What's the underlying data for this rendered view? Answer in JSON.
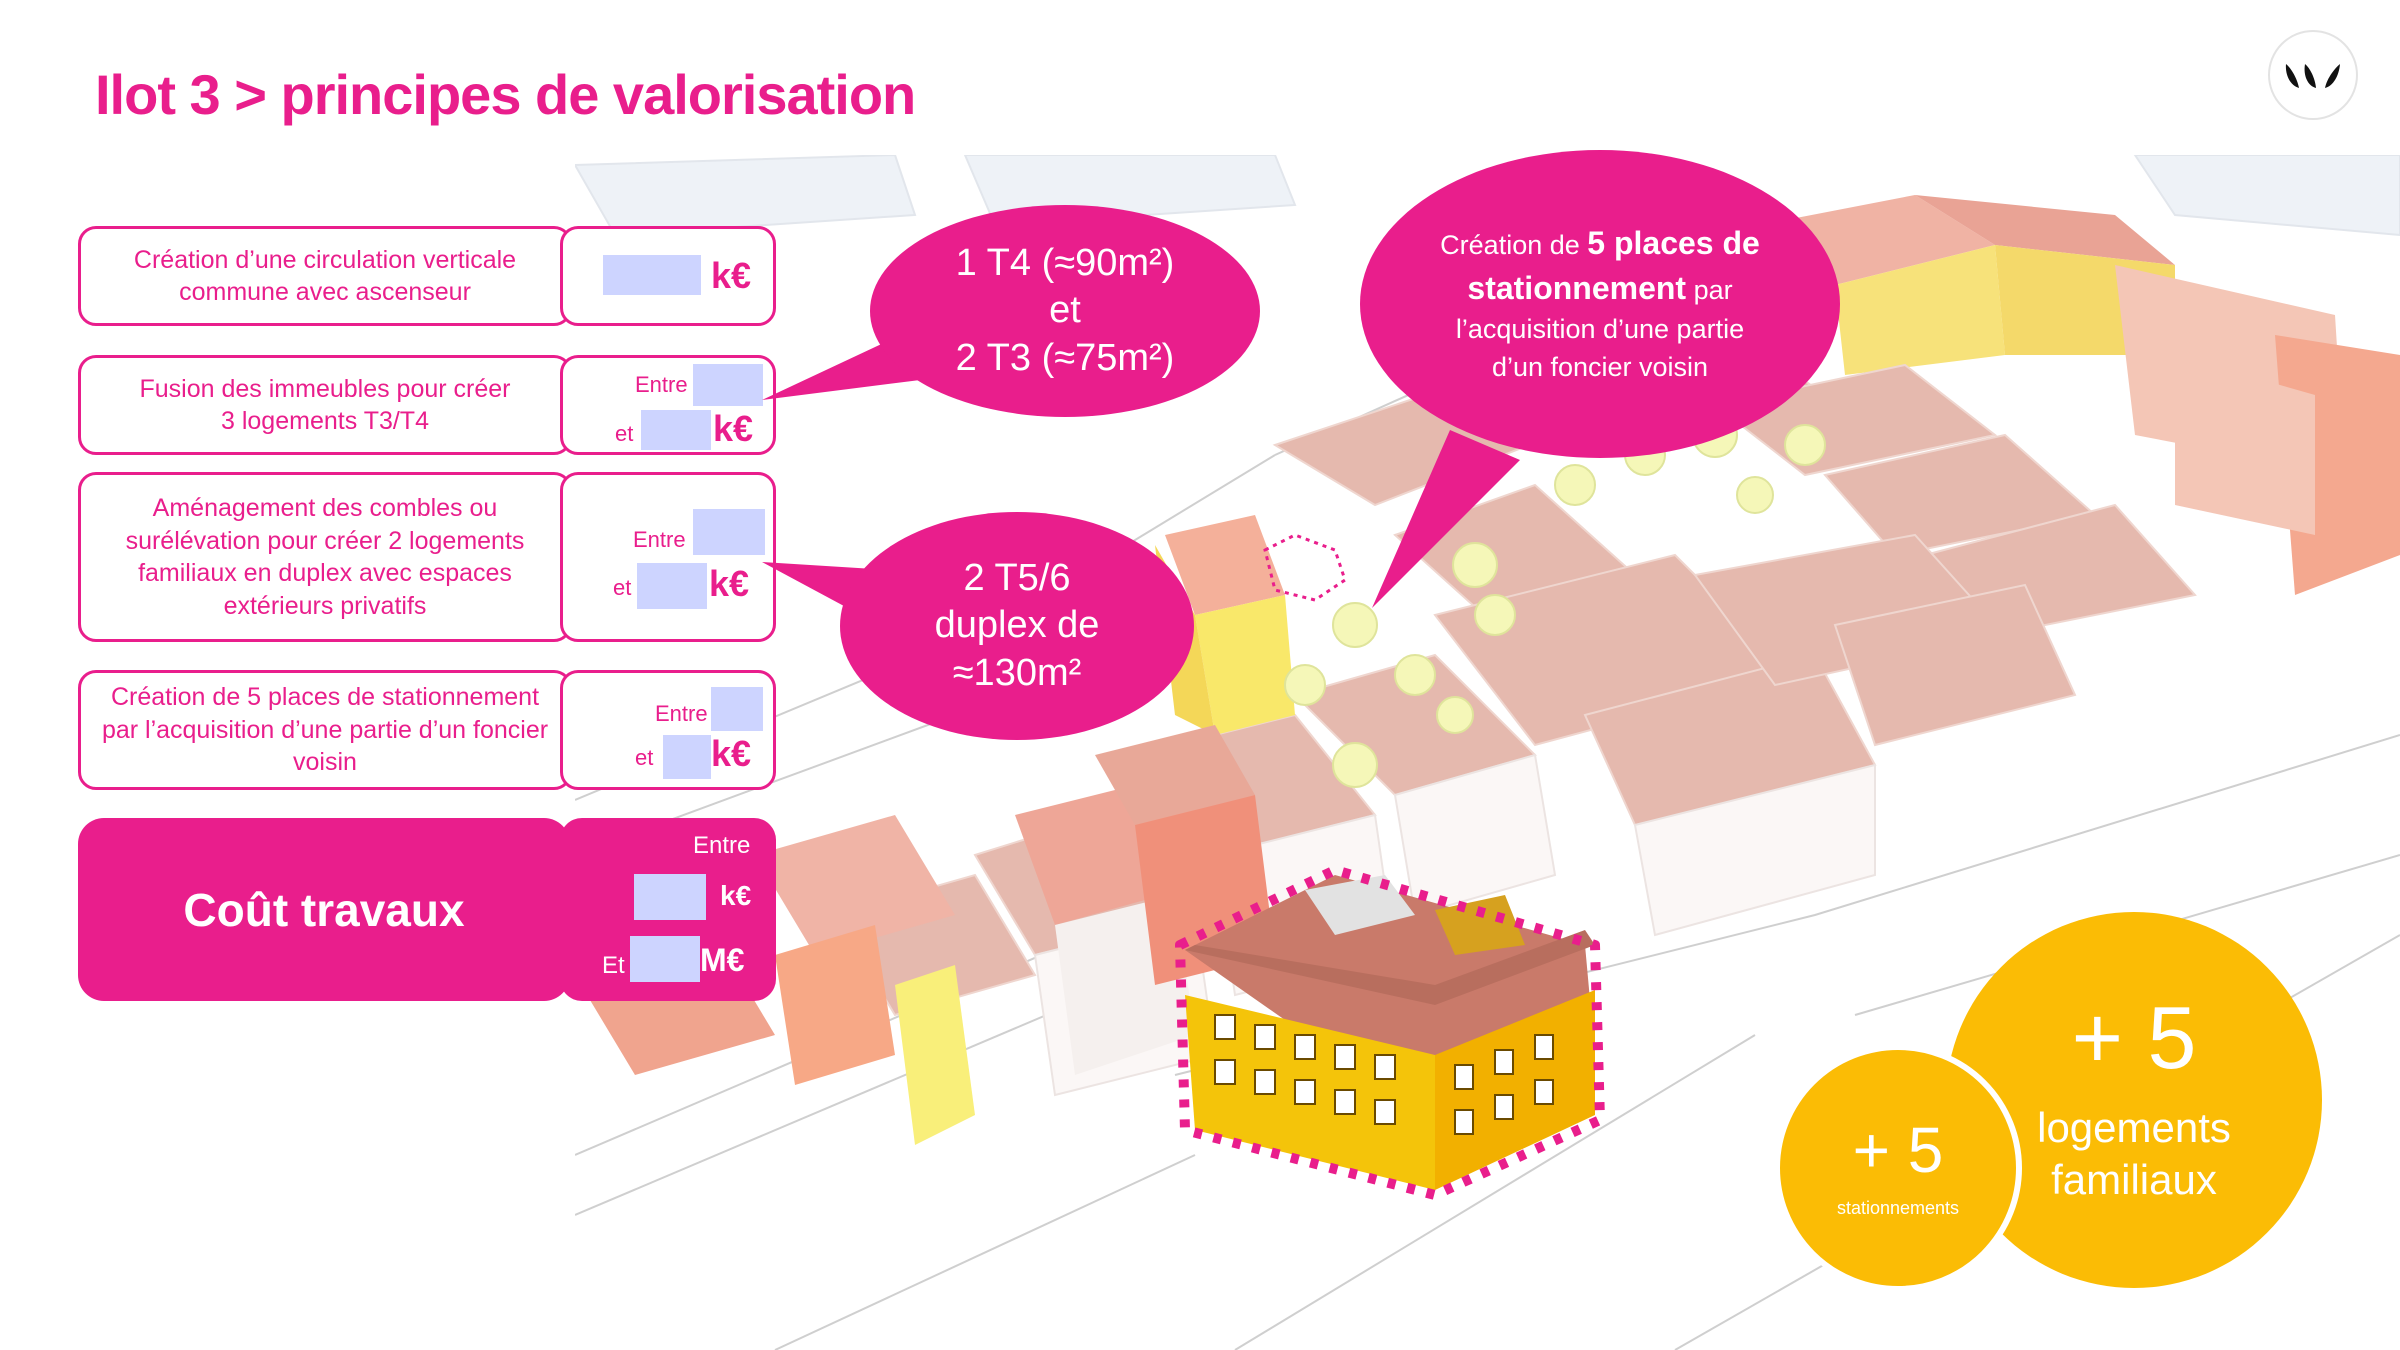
{
  "header": {
    "title": "Ilot 3 > principes de valorisation",
    "logo_icon": "leaf-logo-icon"
  },
  "colors": {
    "accent": "#e91e8c",
    "yellow": "#fbbc05",
    "placeholder": "#cdd4ff"
  },
  "rows": [
    {
      "text_1": "Création d’une circulation verticale",
      "text_2": "commune avec ascenseur",
      "unit": "k€"
    },
    {
      "text_1": "Fusion des immeubles pour créer",
      "text_2": "3 logements T3/T4",
      "between": "Entre",
      "and": "et",
      "unit": "k€"
    },
    {
      "text_1": "Aménagement des combles ou",
      "text_2": "surélévation pour créer 2 logements",
      "text_3": "familiaux en duplex avec espaces",
      "text_4": "extérieurs privatifs",
      "between": "Entre",
      "and": "et",
      "unit": "k€"
    },
    {
      "text_1": "Création de 5 places de stationnement",
      "text_2": "par l’acquisition d’une partie d’un foncier",
      "text_3": "voisin",
      "between": "Entre",
      "and": "et",
      "unit": "k€"
    }
  ],
  "cost": {
    "label": "Coût travaux",
    "between": "Entre",
    "unit_1": "k€",
    "and": "Et",
    "unit_2": "M€"
  },
  "bubbles": {
    "housing": {
      "line_1": "1 T4 (≈90m²)",
      "line_2": "et",
      "line_3": "2 T3 (≈75m²)"
    },
    "duplex": {
      "line_1": "2 T5/6",
      "line_2": "duplex de",
      "line_3": "≈130m²"
    },
    "parking": {
      "pre": "Création de ",
      "bold_1": "5 places de",
      "bold_2": "stationnement",
      "post_1": " par",
      "line_3": "l’acquisition d’une partie",
      "line_4": "d’un foncier voisin"
    }
  },
  "badges": {
    "housing": {
      "value": "+ 5",
      "label_1": "logements",
      "label_2": "familiaux"
    },
    "parking": {
      "value": "+ 5",
      "label": "stationnements"
    }
  }
}
